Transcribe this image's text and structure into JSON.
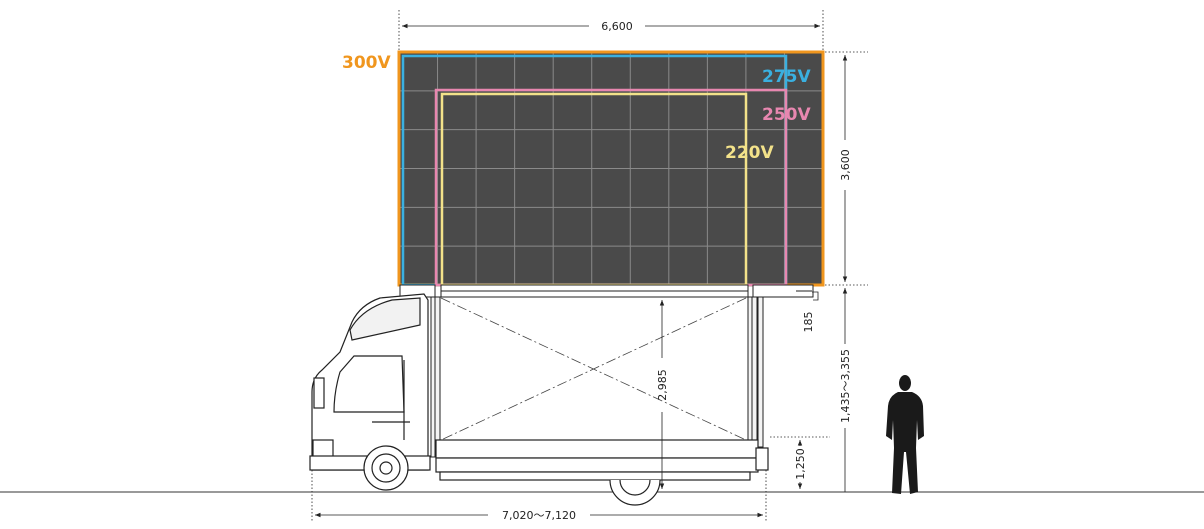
{
  "colors": {
    "panel_fill": "#4a4a4a",
    "grid_line": "#8a8a8a",
    "v300": "#f0961e",
    "v275": "#3ab0e0",
    "v250": "#e887b0",
    "v220": "#f3e28a",
    "line": "#222222"
  },
  "labels": {
    "v300": "300V",
    "v275": "275V",
    "v250": "250V",
    "v220": "220V"
  },
  "dimensions": {
    "screen_width": "6,600",
    "screen_height": "3,600",
    "gap": "185",
    "lift_height": "2,985",
    "screen_bottom_height": "1,435〜3,355",
    "deck_height": "1,250",
    "truck_length": "7,020〜7,120"
  }
}
